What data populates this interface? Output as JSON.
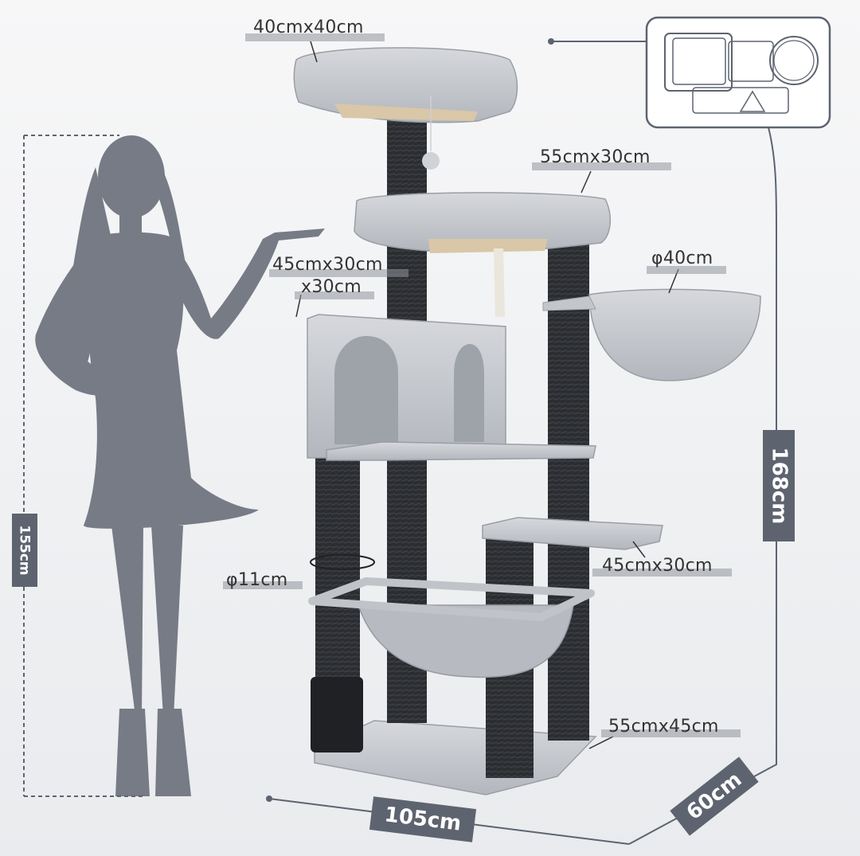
{
  "dimensions": {
    "top_perch": "40cmx40cm",
    "upper_perch": "55cmx30cm",
    "condo_line1": "45cmx30cm",
    "condo_line2": "x30cm",
    "basket": "φ40cm",
    "post": "φ11cm",
    "lower_platform": "45cmx30cm",
    "base": "55cmx45cm",
    "person_height": "155cm",
    "tree_height": "168cm",
    "width": "105cm",
    "depth": "60cm"
  },
  "colors": {
    "plush": "#c9ccd1",
    "plush_shadow": "#a9adb3",
    "sisal": "#2b2d31",
    "silhouette": "#767b86",
    "badge": "#5d6470",
    "line": "#5d6470"
  },
  "icons": [
    "top-view-diagram-icon",
    "pompom-toy-icon"
  ]
}
